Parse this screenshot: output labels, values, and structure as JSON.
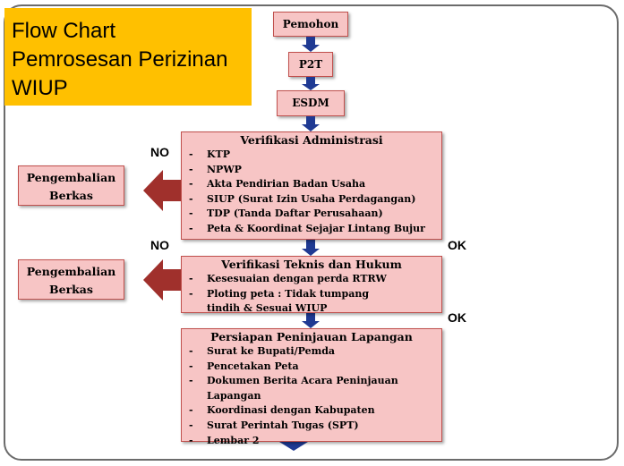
{
  "title": {
    "lines": [
      "Flow Chart",
      "Pemrosesan Perizinan",
      "WIUP"
    ]
  },
  "steps": {
    "pemohon": "Pemohon",
    "p2t": "P2T",
    "esdm": "ESDM"
  },
  "verifikasi_administrasi": {
    "title": "Verifikasi Administrasi",
    "items": [
      "KTP",
      "NPWP",
      "Akta Pendirian Badan Usaha",
      "SIUP (Surat Izin Usaha Perdagangan)",
      "TDP (Tanda Daftar Perusahaan)",
      "Peta & Koordinat Sejajar Lintang Bujur"
    ]
  },
  "verifikasi_teknis": {
    "title": "Verifikasi Teknis dan Hukum",
    "items": [
      "Kesesuaian dengan perda RTRW",
      "Ploting peta : Tidak tumpang tindih & Sesuai WIUP"
    ]
  },
  "persiapan": {
    "title": "Persiapan Peninjauan Lapangan",
    "items": [
      "Surat ke Bupati/Pemda",
      "Pencetakan Peta",
      "Dokumen Berita Acara Peninjauan Lapangan",
      "Koordinasi dengan Kabupaten",
      "Surat Perintah Tugas (SPT)",
      "Lembar 2"
    ]
  },
  "returns": {
    "first": "Pengembalian Berkas",
    "second": "Pengembalian Berkas"
  },
  "labels": {
    "no1": "NO",
    "no2": "NO",
    "ok1": "OK",
    "ok2": "OK"
  },
  "colors": {
    "title_bg": "#ffc000",
    "box_fill": "#f7c5c5",
    "box_border": "#c0504d",
    "arrow_blue": "#1f3a93",
    "arrow_red": "#a0302c"
  }
}
